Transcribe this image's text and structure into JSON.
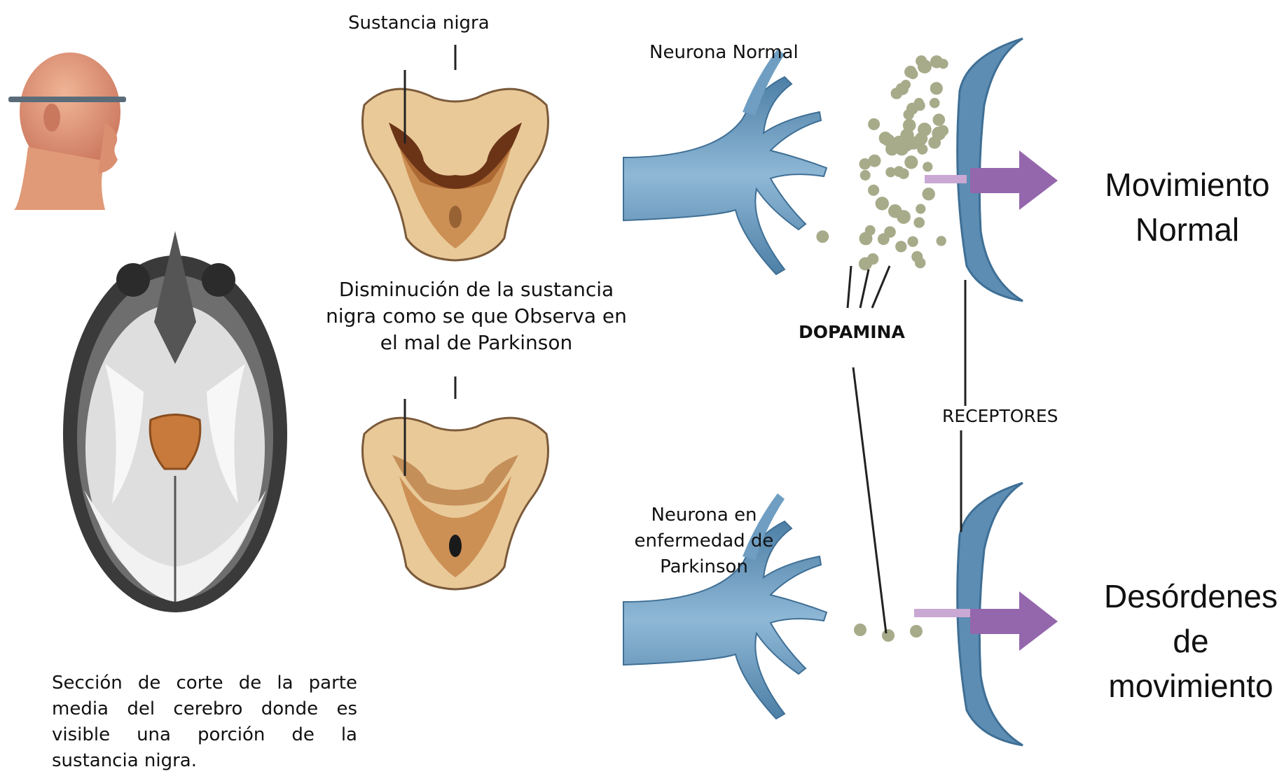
{
  "labels": {
    "sustancia_nigra": "Sustancia nigra",
    "neurona_normal": "Neurona Normal",
    "disminucion": "Disminución de la sustancia nigra como se que Observa en el mal de Parkinson",
    "dopamina": "DOPAMINA",
    "receptores": "RECEPTORES",
    "neurona_parkinson": "Neurona en enfermedad de Parkinson",
    "movimiento_normal": "Movimiento Normal",
    "desordenes": "Desórdenes de movimiento",
    "seccion_corte": "Sección de corte de la parte media del cerebro donde es visible una porción de la sustancia nigra."
  },
  "colors": {
    "neuron_blue": "#6f9ec2",
    "neuron_dark": "#3f6f95",
    "dopamine_dot": "#a7ab8a",
    "arrow_purple": "#9467ad",
    "arrow_faint": "#c9a8d3",
    "midbrain_tan": "#e7c48e",
    "midbrain_brown": "#b06a2e",
    "skin": "#e6a07d"
  }
}
